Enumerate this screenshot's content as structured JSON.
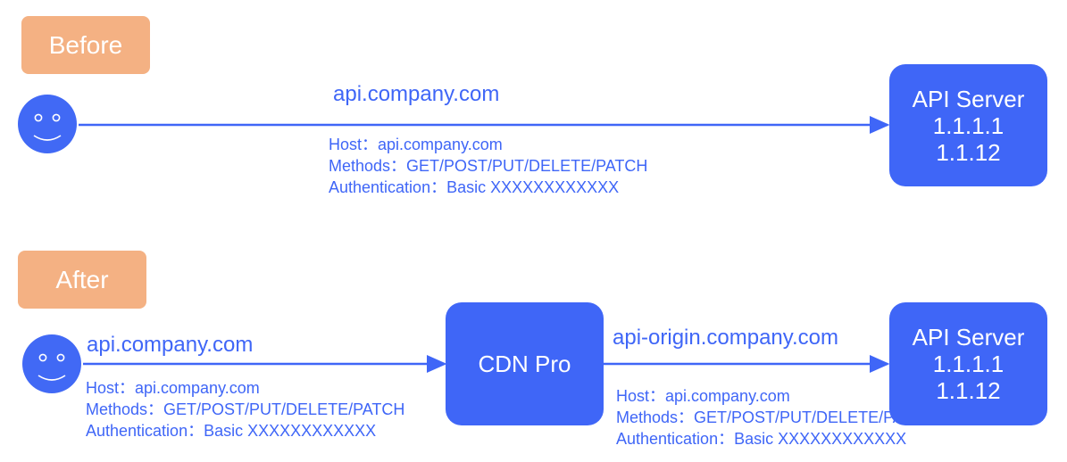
{
  "before": {
    "tag": "Before",
    "url": "api.company.com",
    "info": {
      "host": "Host：api.company.com",
      "methods": "Methods：GET/POST/PUT/DELETE/PATCH",
      "auth": "Authentication：Basic XXXXXXXXXXXX"
    },
    "server": {
      "title": "API Server",
      "ip1": "1.1.1.1",
      "ip2": "1.1.12"
    }
  },
  "after": {
    "tag": "After",
    "url_client": "api.company.com",
    "info_client": {
      "host": "Host：api.company.com",
      "methods": "Methods：GET/POST/PUT/DELETE/PATCH",
      "auth": "Authentication：Basic XXXXXXXXXXXX"
    },
    "cdn": "CDN Pro",
    "url_origin": "api-origin.company.com",
    "info_origin": {
      "host": "Host：api.company.com",
      "methods": "Methods：GET/POST/PUT/DELETE/PATCH",
      "auth": "Authentication：Basic XXXXXXXXXXXX"
    },
    "server": {
      "title": "API Server",
      "ip1": "1.1.1.1",
      "ip2": "1.1.12"
    }
  },
  "colors": {
    "accent": "#3f66f7",
    "tag": "#f4b183"
  }
}
